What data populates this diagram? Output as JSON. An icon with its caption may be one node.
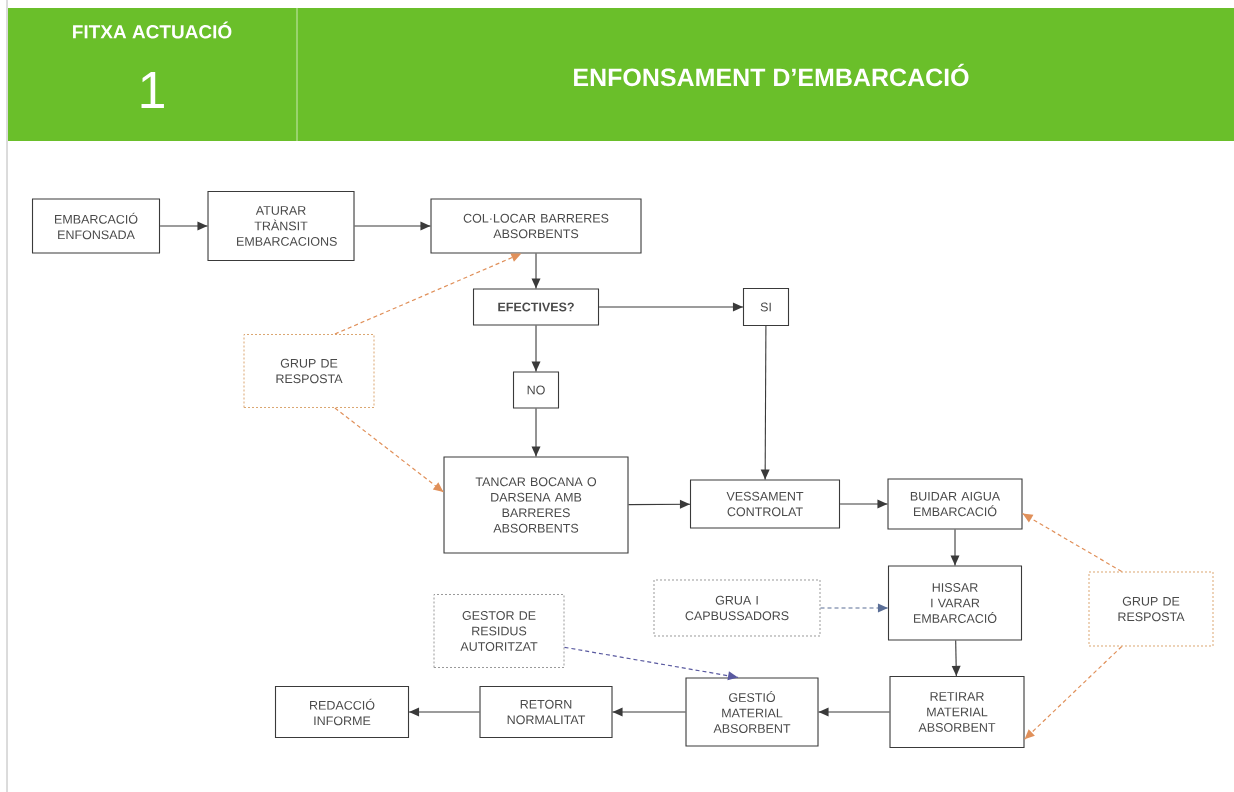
{
  "diagram": {
    "title": "ENFONSAMENT D’EMBARCACIÓ",
    "labels": [
      "FITXA ACTUACIÓ",
      "1"
    ],
    "nodes": [
      {
        "text": [
          "EMBARCACIÓ ENFONSADA"
        ]
      },
      {
        "text": [
          "ATURAR TRÀNSIT EMBARCACIONS"
        ]
      },
      {
        "text": [
          "COL·LOCAR BARRERES ABSORBENTS"
        ]
      },
      {
        "text": [
          "EFECTIVES?"
        ]
      },
      {
        "text": [
          "SI"
        ]
      },
      {
        "text": [
          "NO"
        ]
      },
      {
        "text": [
          "GRUP DE RESPOSTA"
        ]
      },
      {
        "text": [
          "TANCAR BOCANA O DARSENA AMB BARRERES ABSORBENTS"
        ]
      },
      {
        "text": [
          "VESSAMENT CONTROLAT"
        ]
      },
      {
        "text": [
          "BUIDAR AIGUA EMBARCACIÓ"
        ]
      },
      {
        "text": [
          "GRUA I CAPBUSSADORS"
        ]
      },
      {
        "text": [
          "HISSAR I VARAR EMBARCACIÓ"
        ]
      },
      {
        "text": [
          "GRUP DE RESPOSTA"
        ]
      },
      {
        "text": [
          "GESTOR DE RESIDUS AUTORITZAT"
        ]
      },
      {
        "text": [
          "REDACCIÓ INFORME"
        ]
      },
      {
        "text": [
          "RETORN NORMALITAT"
        ]
      },
      {
        "text": [
          "GESTIÓ MATERIAL ABSORBENT"
        ]
      },
      {
        "text": [
          "RETIRAR MATERIAL ABSORBENT"
        ]
      }
    ],
    "edges": [
      {
        "from": 0,
        "to": 1,
        "arrow": "to"
      },
      {
        "from": 1,
        "to": 2,
        "arrow": "to"
      },
      {
        "from": 2,
        "to": 3,
        "arrow": "to"
      },
      {
        "from": 3,
        "to": 4,
        "arrow": "to"
      },
      {
        "from": 3,
        "to": 5,
        "arrow": "to"
      },
      {
        "from": 5,
        "to": 7,
        "arrow": "to"
      },
      {
        "from": 4,
        "to": 8,
        "arrow": "to"
      },
      {
        "from": 7,
        "to": 8,
        "arrow": "to"
      },
      {
        "from": 8,
        "to": 9,
        "arrow": "to"
      },
      {
        "from": 9,
        "to": 11,
        "arrow": "to"
      },
      {
        "from": 11,
        "to": 17,
        "arrow": "to"
      },
      {
        "from": 17,
        "to": 16,
        "arrow": "to"
      },
      {
        "from": 16,
        "to": 15,
        "arrow": "to"
      },
      {
        "from": 15,
        "to": 14,
        "arrow": "to"
      },
      {
        "from": 6,
        "to": 2,
        "arrow": "to",
        "style": "dashed",
        "color": "#e0905a"
      },
      {
        "from": 6,
        "to": 7,
        "arrow": "to",
        "style": "dashed",
        "color": "#e0905a"
      },
      {
        "from": 12,
        "to": 9,
        "arrow": "to",
        "style": "dashed",
        "color": "#e0905a"
      },
      {
        "from": 12,
        "to": 17,
        "arrow": "to",
        "style": "dashed",
        "color": "#e0905a"
      },
      {
        "from": 10,
        "to": 11,
        "arrow": "to",
        "style": "dashed",
        "color": "#5a6e96"
      },
      {
        "from": 13,
        "to": 16,
        "arrow": "to",
        "style": "dashed",
        "color": "#5a5aa0"
      }
    ]
  }
}
